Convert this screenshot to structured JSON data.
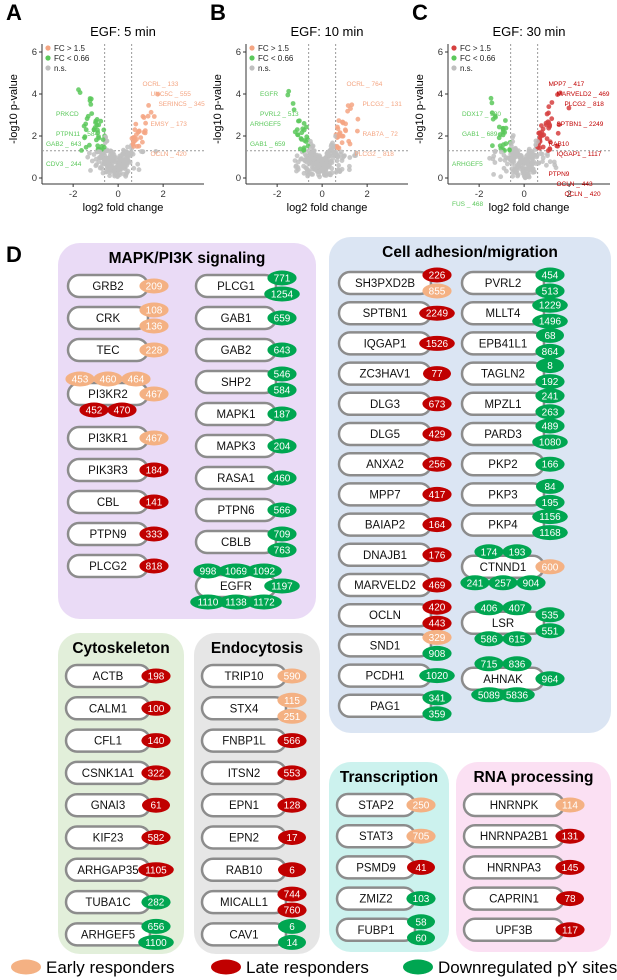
{
  "colors": {
    "early": "#f4b183",
    "late": "#c00000",
    "down": "#00a651",
    "ns": "#bfbfbf",
    "fc_up_volcano": "#f4a582",
    "fc_dn_volcano": "#5bc85b",
    "late_up_volcano": "#d6403f"
  },
  "volcano": [
    {
      "letter": "A",
      "title": "EGF: 5 min",
      "legend": [
        "FC > 1.5",
        "FC < 0.66",
        "n.s."
      ],
      "xlabel": "log2 fold change",
      "ylabel": "-log10 p-value",
      "xticks": [
        "-2",
        "0",
        "2"
      ],
      "yticks": [
        "0",
        "2",
        "4",
        "6"
      ],
      "annotations": [
        {
          "t": "OCRL _ 133",
          "c": "up"
        },
        {
          "t": "UNC5C _ 555",
          "c": "up"
        },
        {
          "t": "SERINC5 _ 345",
          "c": "up"
        },
        {
          "t": "PRKCD",
          "c": "dn"
        },
        {
          "t": "EMSY _ 173",
          "c": "up"
        },
        {
          "t": "PTPN11 _ 584",
          "c": "dn"
        },
        {
          "t": "GAB2 _ 643",
          "c": "dn"
        },
        {
          "t": "OCLN _ 420",
          "c": "up"
        },
        {
          "t": "CDV3 _ 244",
          "c": "dn"
        }
      ]
    },
    {
      "letter": "B",
      "title": "EGF: 10 min",
      "legend": [
        "FC > 1.5",
        "FC < 0.66",
        "n.s."
      ],
      "xlabel": "log2 fold change",
      "ylabel": "-log10 p-value",
      "xticks": [
        "-2",
        "0",
        "2"
      ],
      "yticks": [
        "0",
        "2",
        "4",
        "6"
      ],
      "annotations": [
        {
          "t": "OCRL _ 764",
          "c": "up"
        },
        {
          "t": "EGFR",
          "c": "dn"
        },
        {
          "t": "PLCG2 _ 131",
          "c": "up"
        },
        {
          "t": "PVRL2 _ 513",
          "c": "dn"
        },
        {
          "t": "ARHGEF5",
          "c": "dn"
        },
        {
          "t": "RAB7A _ 72",
          "c": "up"
        },
        {
          "t": "GAB1 _ 659",
          "c": "dn"
        },
        {
          "t": "PLCG2 _ 818",
          "c": "up"
        }
      ]
    },
    {
      "letter": "C",
      "title": "EGF: 30 min",
      "legend": [
        "FC > 1.5",
        "FC < 0.66",
        "n.s."
      ],
      "xlabel": "log2 fold change",
      "ylabel": "-log10 p-value",
      "xticks": [
        "-2",
        "0",
        "2"
      ],
      "yticks": [
        "0",
        "2",
        "4",
        "6"
      ],
      "annotations": [
        {
          "t": "MPP7 _ 417",
          "c": "late"
        },
        {
          "t": "MARVELD2 _ 469",
          "c": "late"
        },
        {
          "t": "PLCG2 _ 818",
          "c": "late"
        },
        {
          "t": "DDX17 _ 580",
          "c": "dn"
        },
        {
          "t": "SPTBN1 _ 2249",
          "c": "late"
        },
        {
          "t": "GAB1 _ 689",
          "c": "dn"
        },
        {
          "t": "RAB10",
          "c": "late"
        },
        {
          "t": "IQGAP1 _ 1117",
          "c": "late"
        },
        {
          "t": "ARHGEF5",
          "c": "dn"
        },
        {
          "t": "PTPN9",
          "c": "late"
        },
        {
          "t": "OCLN _ 443",
          "c": "late"
        },
        {
          "t": "OCLN _ 420",
          "c": "late"
        },
        {
          "t": "FUS _ 468",
          "c": "dn"
        }
      ]
    }
  ],
  "panel_d_letter": "D",
  "groups": {
    "mapk": {
      "title": "MAPK/PI3K signaling",
      "left": [
        {
          "name": "GRB2",
          "sites": [
            [
              "209",
              "e"
            ]
          ]
        },
        {
          "name": "CRK",
          "sites": [
            [
              "108",
              "e"
            ],
            [
              "136",
              "e"
            ]
          ]
        },
        {
          "name": "TEC",
          "sites": [
            [
              "228",
              "e"
            ]
          ]
        },
        {
          "name": "PI3KR2",
          "sites": [
            [
              "467",
              "e"
            ]
          ],
          "above": [
            [
              "453",
              "e"
            ],
            [
              "460",
              "e"
            ],
            [
              "464",
              "e"
            ]
          ],
          "below": [
            [
              "452",
              "l"
            ],
            [
              "470",
              "l"
            ]
          ]
        },
        {
          "name": "PI3KR1",
          "sites": [
            [
              "467",
              "e"
            ]
          ]
        },
        {
          "name": "PIK3R3",
          "sites": [
            [
              "184",
              "l"
            ]
          ]
        },
        {
          "name": "CBL",
          "sites": [
            [
              "141",
              "l"
            ]
          ]
        },
        {
          "name": "PTPN9",
          "sites": [
            [
              "333",
              "l"
            ]
          ]
        },
        {
          "name": "PLCG2",
          "sites": [
            [
              "818",
              "l"
            ]
          ]
        }
      ],
      "right": [
        {
          "name": "PLCG1",
          "sites": [
            [
              "771",
              "d"
            ],
            [
              "1254",
              "d"
            ]
          ]
        },
        {
          "name": "GAB1",
          "sites": [
            [
              "659",
              "d"
            ]
          ]
        },
        {
          "name": "GAB2",
          "sites": [
            [
              "643",
              "d"
            ]
          ]
        },
        {
          "name": "SHP2",
          "sites": [
            [
              "546",
              "d"
            ],
            [
              "584",
              "d"
            ]
          ]
        },
        {
          "name": "MAPK1",
          "sites": [
            [
              "187",
              "d"
            ]
          ]
        },
        {
          "name": "MAPK3",
          "sites": [
            [
              "204",
              "d"
            ]
          ]
        },
        {
          "name": "RASA1",
          "sites": [
            [
              "460",
              "d"
            ]
          ]
        },
        {
          "name": "PTPN6",
          "sites": [
            [
              "566",
              "d"
            ]
          ]
        },
        {
          "name": "CBLB",
          "sites": [
            [
              "709",
              "d"
            ],
            [
              "763",
              "d"
            ]
          ]
        },
        {
          "name": "EGFR",
          "sites": [
            [
              "1197",
              "d"
            ]
          ],
          "above": [
            [
              "998",
              "d"
            ],
            [
              "1069",
              "d"
            ],
            [
              "1092",
              "d"
            ]
          ],
          "below": [
            [
              "1110",
              "d"
            ],
            [
              "1138",
              "d"
            ],
            [
              "1172",
              "d"
            ]
          ]
        }
      ]
    },
    "adhesion": {
      "title": "Cell adhesion/migration",
      "left": [
        {
          "name": "SH3PXD2B",
          "sites": [
            [
              "226",
              "l"
            ],
            [
              "855",
              "e"
            ]
          ]
        },
        {
          "name": "SPTBN1",
          "sites": [
            [
              "2249",
              "l"
            ]
          ]
        },
        {
          "name": "IQGAP1",
          "sites": [
            [
              "1526",
              "l"
            ]
          ]
        },
        {
          "name": "ZC3HAV1",
          "sites": [
            [
              "77",
              "l"
            ]
          ]
        },
        {
          "name": "DLG3",
          "sites": [
            [
              "673",
              "l"
            ]
          ]
        },
        {
          "name": "DLG5",
          "sites": [
            [
              "429",
              "l"
            ]
          ]
        },
        {
          "name": "ANXA2",
          "sites": [
            [
              "256",
              "l"
            ]
          ]
        },
        {
          "name": "MPP7",
          "sites": [
            [
              "417",
              "l"
            ]
          ]
        },
        {
          "name": "BAIAP2",
          "sites": [
            [
              "164",
              "l"
            ]
          ]
        },
        {
          "name": "DNAJB1",
          "sites": [
            [
              "176",
              "l"
            ]
          ]
        },
        {
          "name": "MARVELD2",
          "sites": [
            [
              "469",
              "l"
            ]
          ]
        },
        {
          "name": "OCLN",
          "sites": [
            [
              "420",
              "l"
            ],
            [
              "443",
              "l"
            ]
          ]
        },
        {
          "name": "SND1",
          "sites": [
            [
              "329",
              "e"
            ],
            [
              "908",
              "d"
            ]
          ]
        },
        {
          "name": "PCDH1",
          "sites": [
            [
              "1020",
              "d"
            ]
          ]
        },
        {
          "name": "PAG1",
          "sites": [
            [
              "341",
              "d"
            ],
            [
              "359",
              "d"
            ]
          ]
        }
      ],
      "right": [
        {
          "name": "PVRL2",
          "sites": [
            [
              "454",
              "d"
            ],
            [
              "513",
              "d"
            ]
          ]
        },
        {
          "name": "MLLT4",
          "sites": [
            [
              "1229",
              "d"
            ],
            [
              "1496",
              "d"
            ]
          ]
        },
        {
          "name": "EPB41L1",
          "sites": [
            [
              "68",
              "d"
            ],
            [
              "864",
              "d"
            ]
          ]
        },
        {
          "name": "TAGLN2",
          "sites": [
            [
              "8",
              "d"
            ],
            [
              "192",
              "d"
            ]
          ]
        },
        {
          "name": "MPZL1",
          "sites": [
            [
              "241",
              "d"
            ],
            [
              "263",
              "d"
            ]
          ]
        },
        {
          "name": "PARD3",
          "sites": [
            [
              "489",
              "d"
            ],
            [
              "1080",
              "d"
            ]
          ]
        },
        {
          "name": "PKP2",
          "sites": [
            [
              "166",
              "d"
            ]
          ]
        },
        {
          "name": "PKP3",
          "sites": [
            [
              "84",
              "d"
            ],
            [
              "195",
              "d"
            ]
          ]
        },
        {
          "name": "PKP4",
          "sites": [
            [
              "1156",
              "d"
            ],
            [
              "1168",
              "d"
            ]
          ]
        },
        {
          "name": "CTNND1",
          "sites": [
            [
              "600",
              "e"
            ]
          ],
          "above": [
            [
              "174",
              "d"
            ],
            [
              "193",
              "d"
            ]
          ],
          "below": [
            [
              "241",
              "d"
            ],
            [
              "257",
              "d"
            ],
            [
              "904",
              "d"
            ]
          ]
        },
        {
          "name": "LSR",
          "sites": [
            [
              "535",
              "d"
            ],
            [
              "551",
              "d"
            ]
          ],
          "above": [
            [
              "406",
              "d"
            ],
            [
              "407",
              "d"
            ]
          ],
          "below": [
            [
              "586",
              "d"
            ],
            [
              "615",
              "d"
            ]
          ]
        },
        {
          "name": "AHNAK",
          "sites": [
            [
              "964",
              "d"
            ]
          ],
          "above": [
            [
              "715",
              "d"
            ],
            [
              "836",
              "d"
            ]
          ],
          "below": [
            [
              "5089",
              "d"
            ],
            [
              "5836",
              "d"
            ]
          ]
        }
      ]
    },
    "cyto": {
      "title": "Cytoskeleton",
      "items": [
        {
          "name": "ACTB",
          "sites": [
            [
              "198",
              "l"
            ]
          ]
        },
        {
          "name": "CALM1",
          "sites": [
            [
              "100",
              "l"
            ]
          ]
        },
        {
          "name": "CFL1",
          "sites": [
            [
              "140",
              "l"
            ]
          ]
        },
        {
          "name": "CSNK1A1",
          "sites": [
            [
              "322",
              "l"
            ]
          ]
        },
        {
          "name": "GNAI3",
          "sites": [
            [
              "61",
              "l"
            ]
          ]
        },
        {
          "name": "KIF23",
          "sites": [
            [
              "582",
              "l"
            ]
          ]
        },
        {
          "name": "ARHGAP35",
          "sites": [
            [
              "1105",
              "l"
            ]
          ]
        },
        {
          "name": "TUBA1C",
          "sites": [
            [
              "282",
              "d"
            ]
          ]
        },
        {
          "name": "ARHGEF5",
          "sites": [
            [
              "656",
              "d"
            ],
            [
              "1100",
              "d"
            ]
          ]
        }
      ]
    },
    "endo": {
      "title": "Endocytosis",
      "items": [
        {
          "name": "TRIP10",
          "sites": [
            [
              "590",
              "e"
            ]
          ]
        },
        {
          "name": "STX4",
          "sites": [
            [
              "115",
              "e"
            ],
            [
              "251",
              "e"
            ]
          ]
        },
        {
          "name": "FNBP1L",
          "sites": [
            [
              "566",
              "l"
            ]
          ]
        },
        {
          "name": "ITSN2",
          "sites": [
            [
              "553",
              "l"
            ]
          ]
        },
        {
          "name": "EPN1",
          "sites": [
            [
              "128",
              "l"
            ]
          ]
        },
        {
          "name": "EPN2",
          "sites": [
            [
              "17",
              "l"
            ]
          ]
        },
        {
          "name": "RAB10",
          "sites": [
            [
              "6",
              "l"
            ]
          ]
        },
        {
          "name": "MICALL1",
          "sites": [
            [
              "744",
              "l"
            ],
            [
              "760",
              "l"
            ]
          ]
        },
        {
          "name": "CAV1",
          "sites": [
            [
              "6",
              "d"
            ],
            [
              "14",
              "d"
            ]
          ]
        }
      ]
    },
    "trans": {
      "title": "Transcription",
      "items": [
        {
          "name": "STAP2",
          "sites": [
            [
              "250",
              "e"
            ]
          ]
        },
        {
          "name": "STAT3",
          "sites": [
            [
              "705",
              "e"
            ]
          ]
        },
        {
          "name": "PSMD9",
          "sites": [
            [
              "41",
              "l"
            ]
          ]
        },
        {
          "name": "ZMIZ2",
          "sites": [
            [
              "103",
              "d"
            ]
          ]
        },
        {
          "name": "FUBP1",
          "sites": [
            [
              "58",
              "d"
            ],
            [
              "60",
              "d"
            ]
          ]
        }
      ]
    },
    "rna": {
      "title": "RNA processing",
      "items": [
        {
          "name": "HNRNPK",
          "sites": [
            [
              "114",
              "e"
            ]
          ]
        },
        {
          "name": "HNRNPA2B1",
          "sites": [
            [
              "131",
              "l"
            ]
          ]
        },
        {
          "name": "HNRNPA3",
          "sites": [
            [
              "145",
              "l"
            ]
          ]
        },
        {
          "name": "CAPRIN1",
          "sites": [
            [
              "78",
              "l"
            ]
          ]
        },
        {
          "name": "UPF3B",
          "sites": [
            [
              "117",
              "l"
            ]
          ]
        }
      ]
    }
  },
  "legend": [
    {
      "label": "Early responders",
      "c": "e"
    },
    {
      "label": "Late responders",
      "c": "l"
    },
    {
      "label": "Downregulated pY sites",
      "c": "d"
    }
  ]
}
